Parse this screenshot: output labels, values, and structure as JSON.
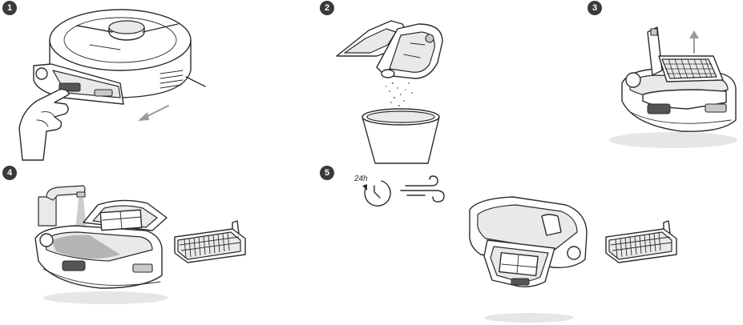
{
  "steps": [
    {
      "number": "1"
    },
    {
      "number": "2"
    },
    {
      "number": "3"
    },
    {
      "number": "4"
    },
    {
      "number": "5",
      "timer_label": "24h"
    }
  ],
  "icons": {
    "step1": [
      "robot-vacuum-icon",
      "hand-icon",
      "arrow-down-left-icon"
    ],
    "step2": [
      "dustbin-icon",
      "trash-cup-icon"
    ],
    "step3": [
      "dustbin-icon",
      "filter-icon",
      "arrow-up-icon"
    ],
    "step4": [
      "faucet-icon",
      "dustbin-icon",
      "filter-icon"
    ],
    "step5": [
      "clock-icon",
      "wind-icon",
      "dustbin-icon",
      "filter-icon"
    ]
  }
}
